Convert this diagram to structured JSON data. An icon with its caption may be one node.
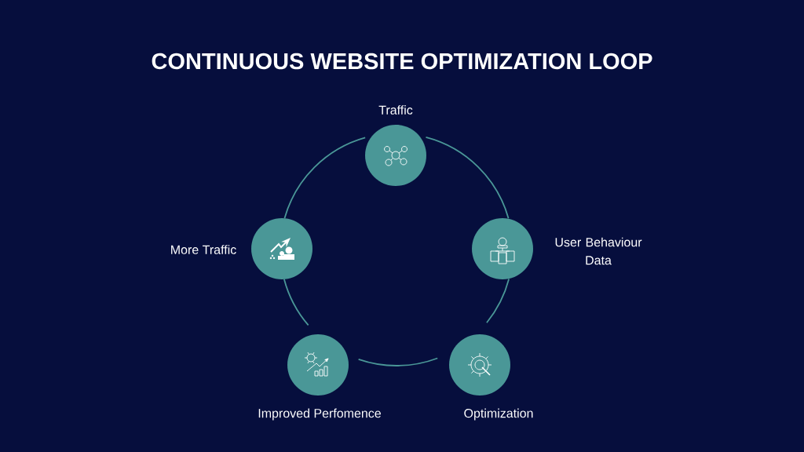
{
  "diagram": {
    "title": "CONTINUOUS WEBSITE OPTIMIZATION LOOP",
    "nodes": [
      {
        "text": [],
        "shape": "circle",
        "beside": [
          "Traffic"
        ]
      },
      {
        "text": [],
        "shape": "circle",
        "beside": [
          "User Behaviour Data"
        ]
      },
      {
        "text": [],
        "shape": "circle",
        "beside": [
          "Optimization"
        ]
      },
      {
        "text": [],
        "shape": "circle",
        "beside": [
          "Improved Perfomence"
        ]
      },
      {
        "text": [],
        "shape": "circle",
        "beside": [
          "More Traffic"
        ]
      }
    ],
    "edges": [
      {
        "from": 0,
        "to": 1,
        "arrow": "none"
      },
      {
        "from": 1,
        "to": 2,
        "arrow": "none"
      },
      {
        "from": 2,
        "to": 3,
        "arrow": "none"
      },
      {
        "from": 3,
        "to": 4,
        "arrow": "none"
      },
      {
        "from": 4,
        "to": 0,
        "arrow": "none"
      }
    ]
  }
}
